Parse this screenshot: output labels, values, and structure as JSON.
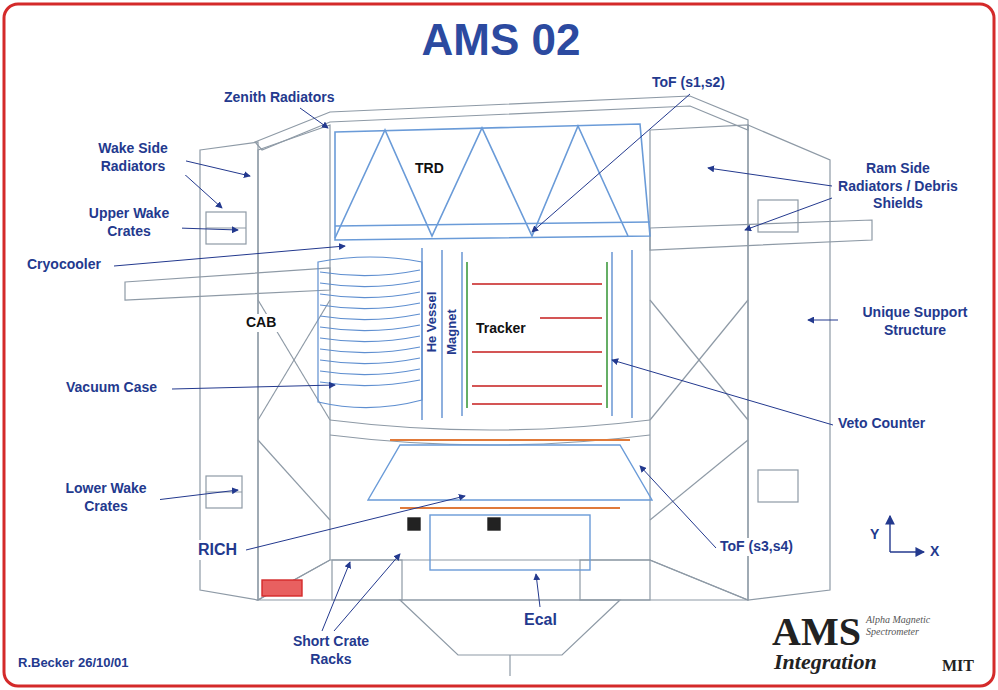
{
  "diagram": {
    "title": "AMS 02",
    "labels": [
      "Zenith Radiators",
      "ToF (s1,s2)",
      "Wake Side Radiators",
      "Ram Side Radiators / Debris Shields",
      "Upper Wake Crates",
      "TRD",
      "Cryocooler",
      "CAB",
      "He Vessel",
      "Magnet",
      "Tracker",
      "Unique Support Structure",
      "Vacuum Case",
      "Veto Counter",
      "Lower Wake Crates",
      "RICH",
      "ToF (s3,s4)",
      "Ecal",
      "Short Crate Racks",
      "Y",
      "X",
      "R.Becker 26/10/01",
      "AMS",
      "Alpha Magnetic Spectrometer",
      "Integration",
      "MIT"
    ]
  }
}
